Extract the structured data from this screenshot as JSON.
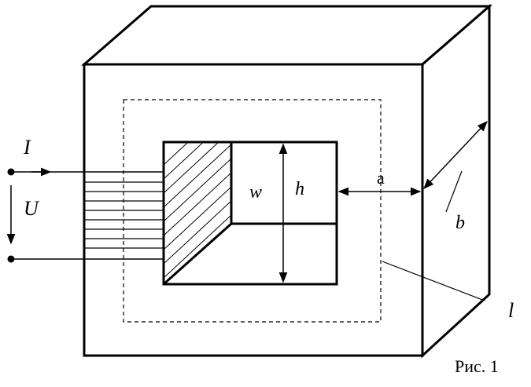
{
  "labels": {
    "current": "I",
    "voltage": "U",
    "turns": "w",
    "height": "h",
    "width_a": "a",
    "depth_b": "b",
    "path_length": "l",
    "caption": "Рис. 1"
  }
}
